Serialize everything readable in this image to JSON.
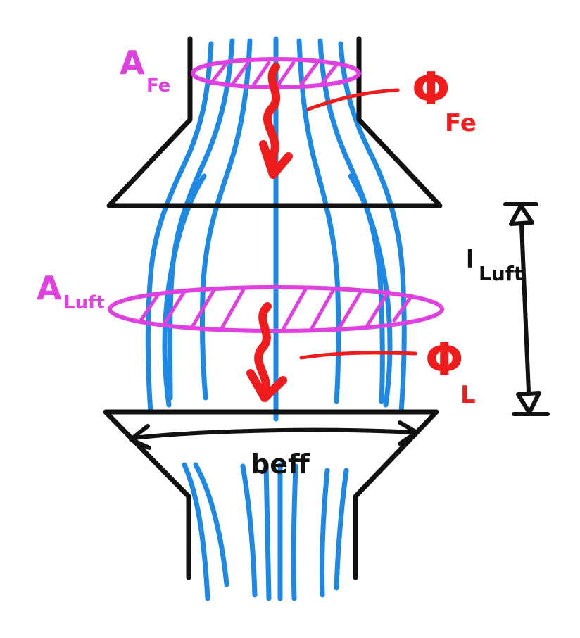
{
  "labels": {
    "area_iron_main": "A",
    "area_iron_sub": "Fe",
    "area_air_main": "A",
    "area_air_sub": "Luft",
    "flux_iron_main": "Φ",
    "flux_iron_sub": "Fe",
    "flux_air_main": "Φ",
    "flux_air_sub": "L",
    "air_gap_length": "l",
    "air_gap_length_sub": "Luft",
    "effective_width": "beff"
  },
  "colors": {
    "outline": "#111111",
    "field_lines": "#1e88e5",
    "area": "#e040e0",
    "flux": "#ee1c1c"
  }
}
